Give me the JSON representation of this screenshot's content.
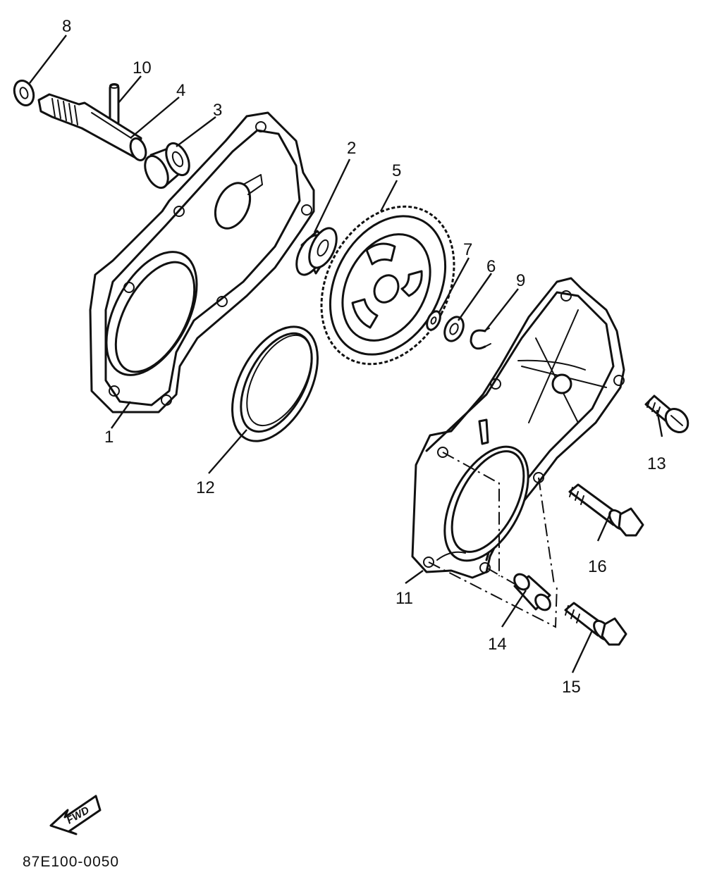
{
  "callouts": [
    {
      "id": "p1",
      "label": "1"
    },
    {
      "id": "p2",
      "label": "2"
    },
    {
      "id": "p3",
      "label": "3"
    },
    {
      "id": "p4",
      "label": "4"
    },
    {
      "id": "p5",
      "label": "5"
    },
    {
      "id": "p6",
      "label": "6"
    },
    {
      "id": "p7",
      "label": "7"
    },
    {
      "id": "p8",
      "label": "8"
    },
    {
      "id": "p9",
      "label": "9"
    },
    {
      "id": "p10",
      "label": "10"
    },
    {
      "id": "p11",
      "label": "11"
    },
    {
      "id": "p12",
      "label": "12"
    },
    {
      "id": "p13",
      "label": "13"
    },
    {
      "id": "p14",
      "label": "14"
    },
    {
      "id": "p15",
      "label": "15"
    },
    {
      "id": "p16",
      "label": "16"
    }
  ],
  "direction_badge": "FWD",
  "diagram_code": "87E100-0050"
}
